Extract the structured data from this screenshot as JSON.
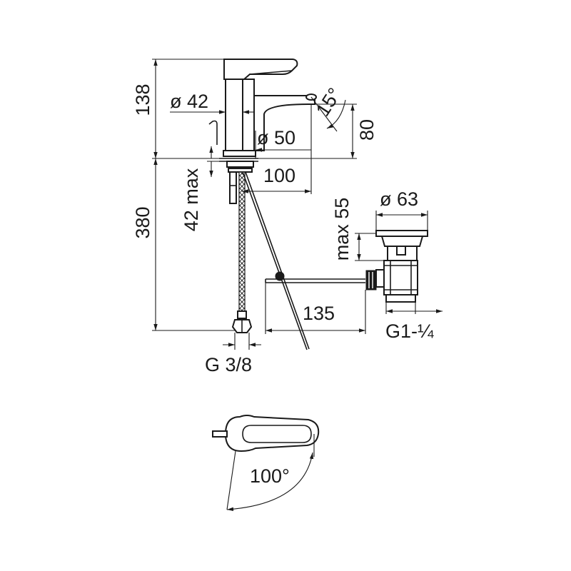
{
  "dimensions": {
    "height_total": "138",
    "spout_diameter": "ø 42",
    "spout_angle": "15°",
    "spout_height": "80",
    "base_diameter": "ø 50",
    "spout_reach": "100",
    "deck_thickness": "42 max",
    "hose_length": "380",
    "waste_height": "max 55",
    "waste_diameter": "ø 63",
    "rod_length": "135",
    "inlet_thread": "G 3/8",
    "waste_thread": "G1-¼",
    "lever_rotation": "100°"
  }
}
